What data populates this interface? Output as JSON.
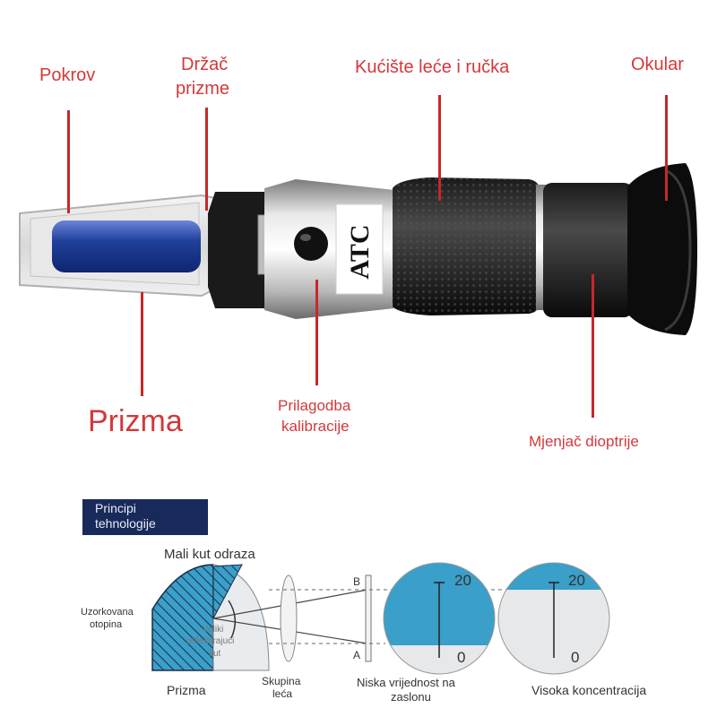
{
  "labels": {
    "cover": "Pokrov",
    "prism_holder_1": "Držač",
    "prism_holder_2": "prizme",
    "lens_housing": "Kućište leće i ručka",
    "eyepiece": "Okular",
    "prism": "Prizma",
    "calibration_1": "Prilagodba",
    "calibration_2": "kalibracije",
    "diopter": "Mjenjač dioptrije",
    "atc": "ATC"
  },
  "diagram": {
    "badge_1": "Principi",
    "badge_2": "tehnologije",
    "small_angle": "Mali kut odraza",
    "sample_1": "Uzorkovana",
    "sample_2": "otopina",
    "big_angle_1": "Veliki",
    "big_angle_2": "reflektirajući",
    "big_angle_3": "kut",
    "prism": "Prizma",
    "lens_group_1": "Skupina",
    "lens_group_2": "leća",
    "low_1": "Niska vrijednost na",
    "low_2": "zaslonu",
    "high": "Visoka koncentracija",
    "mark_b": "B",
    "mark_a": "A",
    "scale_top": "20",
    "scale_bottom": "0",
    "scale_top_2": "20",
    "scale_bottom_2": "0"
  },
  "colors": {
    "label_red": "#d2393b",
    "prism_blue": "#1f3f9a",
    "badge_navy": "#182a5a",
    "diagram_cyan": "#3a9fc9"
  }
}
